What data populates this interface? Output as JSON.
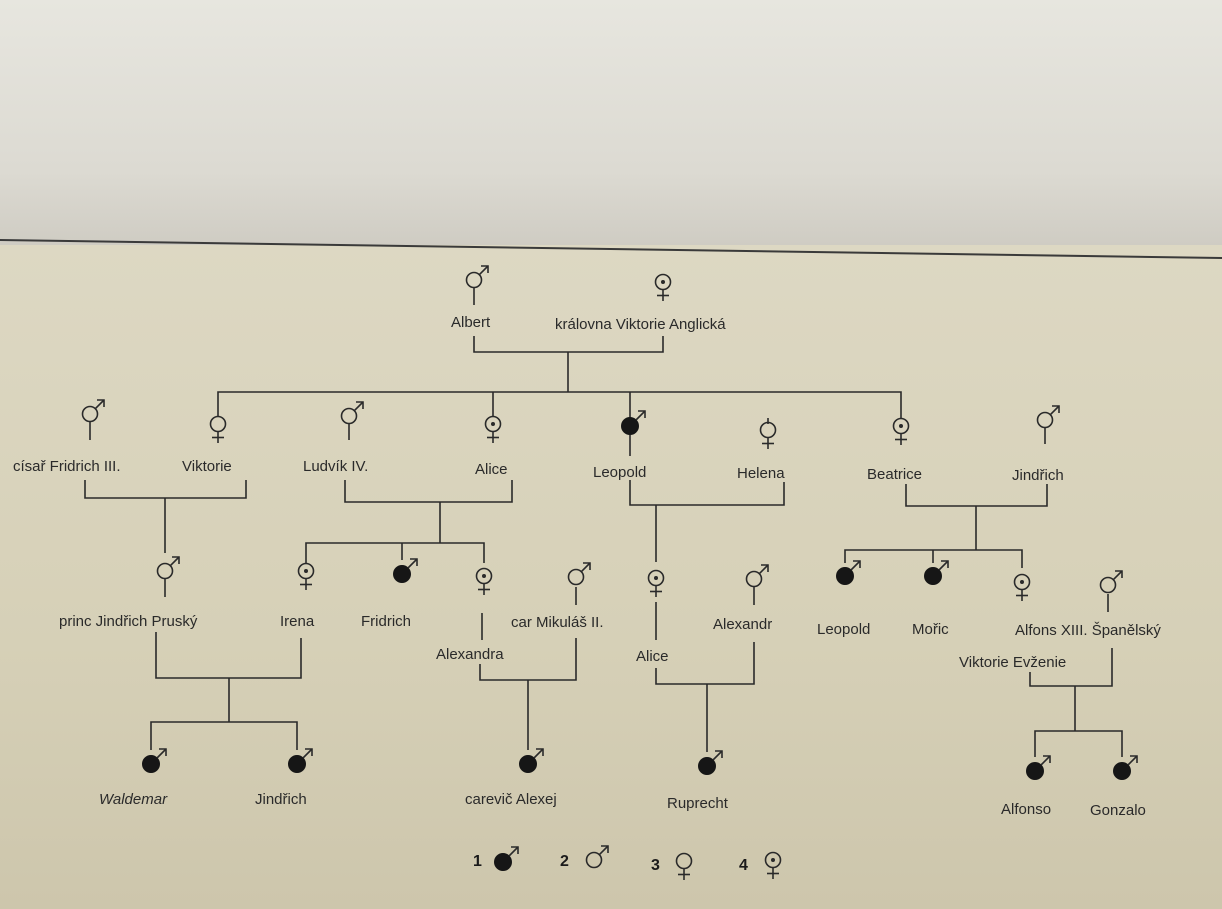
{
  "people": {
    "albert": "Albert",
    "viktorie_queen": "královna Viktorie Anglická",
    "fridrich3": "císař Fridrich III.",
    "viktorie": "Viktorie",
    "ludvik4": "Ludvík IV.",
    "alice1": "Alice",
    "leopold1": "Leopold",
    "helena": "Helena",
    "beatrice": "Beatrice",
    "jindrich1": "Jindřich",
    "jindrich_prusky": "princ Jindřich Pruský",
    "irena": "Irena",
    "fridrich": "Fridrich",
    "alexandra": "Alexandra",
    "mikulas": "car Mikuláš II.",
    "alice2": "Alice",
    "alexandr": "Alexandr",
    "leopold2": "Leopold",
    "moric": "Mořic",
    "alfons13": "Alfons XIII. Španělský",
    "viktorie_evzenie": "Viktorie Evženie",
    "waldemar": "Waldemar",
    "jindrich2": "Jindřich",
    "alexej": "carevič Alexej",
    "ruprecht": "Ruprecht",
    "alfonso": "Alfonso",
    "gonzalo": "Gonzalo"
  },
  "legend": {
    "n1": "1",
    "n2": "2",
    "n3": "3",
    "n4": "4"
  },
  "symbols": {
    "1": "affected-male",
    "2": "healthy-male",
    "3": "healthy-female",
    "4": "carrier-female"
  },
  "colors": {
    "ink": "#2a2a2a",
    "paper": "#d9d4c2"
  }
}
